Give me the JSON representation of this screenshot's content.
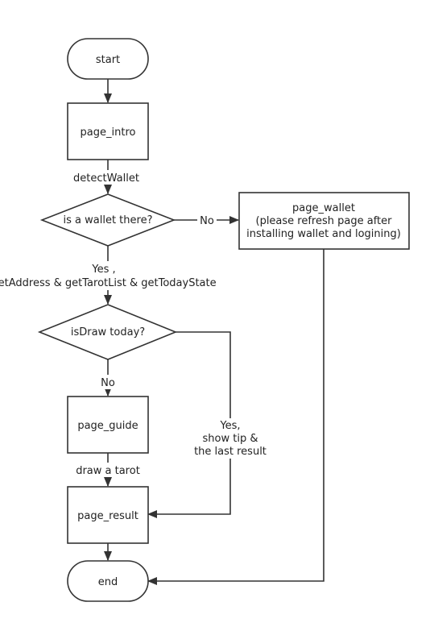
{
  "nodes": {
    "start": "start",
    "page_intro": "page_intro",
    "is_wallet": "is a wallet there?",
    "page_wallet": {
      "line1": "page_wallet",
      "line2": "(please refresh page after",
      "line3": "installing wallet and logining)"
    },
    "is_draw": "isDraw today?",
    "page_guide": "page_guide",
    "page_result": "page_result",
    "end": "end"
  },
  "edges": {
    "detect_wallet": "detectWallet",
    "wallet_no": "No",
    "wallet_yes": {
      "line1": "Yes ,",
      "line2": "getAddress & getTarotList & getTodayState"
    },
    "draw_no": "No",
    "draw_yes": {
      "line1": "Yes,",
      "line2": "show tip &",
      "line3": "the last result"
    },
    "draw_tarot": "draw a tarot"
  }
}
